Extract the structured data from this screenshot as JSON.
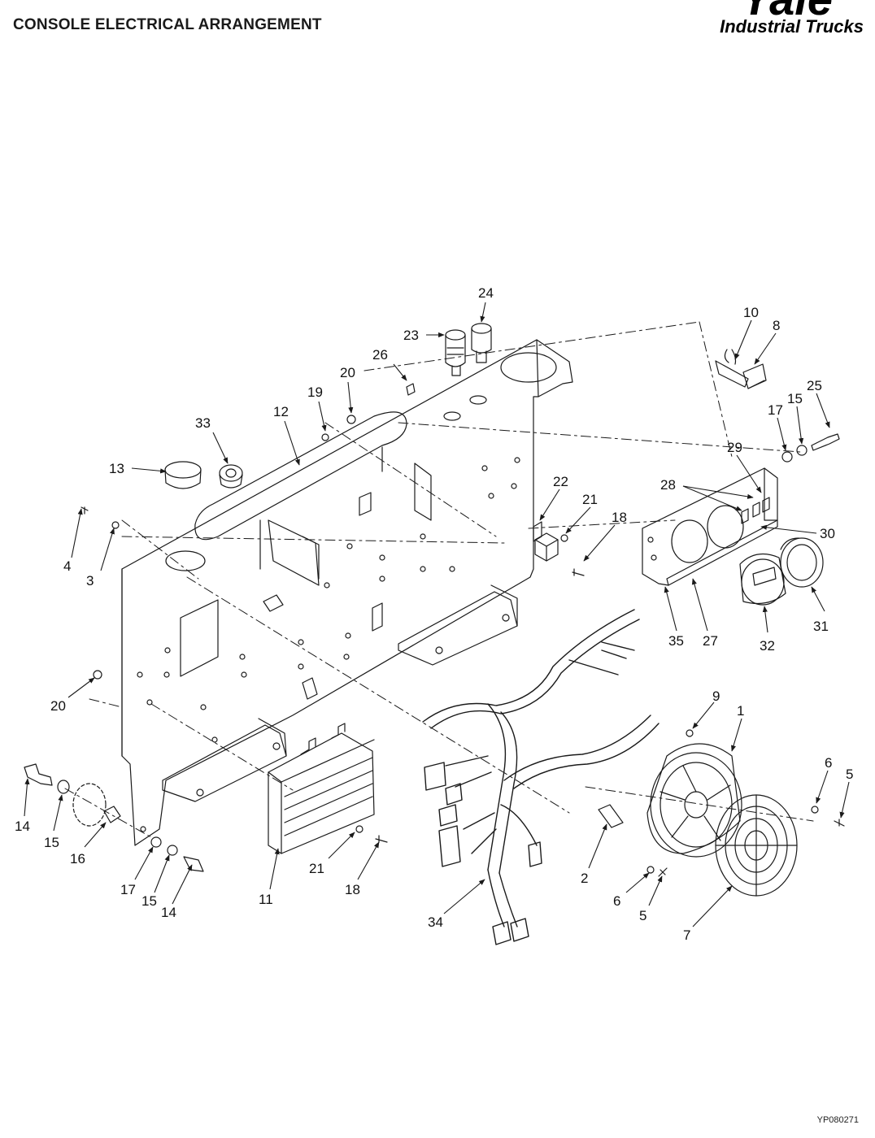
{
  "header": {
    "title": "CONSOLE ELECTRICAL ARRANGEMENT",
    "logo_mark": "Yale",
    "logo_text": "Industrial Trucks"
  },
  "footer": {
    "code": "YP080271"
  },
  "colors": {
    "line": "#1a1a1a",
    "background": "#ffffff"
  },
  "callouts": [
    {
      "id": "c24",
      "label": "24"
    },
    {
      "id": "c23",
      "label": "23"
    },
    {
      "id": "c26",
      "label": "26"
    },
    {
      "id": "c20a",
      "label": "20"
    },
    {
      "id": "c19",
      "label": "19"
    },
    {
      "id": "c12",
      "label": "12"
    },
    {
      "id": "c33",
      "label": "33"
    },
    {
      "id": "c13",
      "label": "13"
    },
    {
      "id": "c4",
      "label": "4"
    },
    {
      "id": "c3",
      "label": "3"
    },
    {
      "id": "c20b",
      "label": "20"
    },
    {
      "id": "c22",
      "label": "22"
    },
    {
      "id": "c21a",
      "label": "21"
    },
    {
      "id": "c18a",
      "label": "18"
    },
    {
      "id": "c10",
      "label": "10"
    },
    {
      "id": "c8",
      "label": "8"
    },
    {
      "id": "c17a",
      "label": "17"
    },
    {
      "id": "c15a",
      "label": "15"
    },
    {
      "id": "c25",
      "label": "25"
    },
    {
      "id": "c29",
      "label": "29"
    },
    {
      "id": "c28",
      "label": "28"
    },
    {
      "id": "c30",
      "label": "30"
    },
    {
      "id": "c35",
      "label": "35"
    },
    {
      "id": "c27",
      "label": "27"
    },
    {
      "id": "c32",
      "label": "32"
    },
    {
      "id": "c31",
      "label": "31"
    },
    {
      "id": "c9",
      "label": "9"
    },
    {
      "id": "c1",
      "label": "1"
    },
    {
      "id": "c6a",
      "label": "6"
    },
    {
      "id": "c5a",
      "label": "5"
    },
    {
      "id": "c14a",
      "label": "14"
    },
    {
      "id": "c15b",
      "label": "15"
    },
    {
      "id": "c16",
      "label": "16"
    },
    {
      "id": "c17b",
      "label": "17"
    },
    {
      "id": "c15c",
      "label": "15"
    },
    {
      "id": "c14b",
      "label": "14"
    },
    {
      "id": "c11",
      "label": "11"
    },
    {
      "id": "c21b",
      "label": "21"
    },
    {
      "id": "c18b",
      "label": "18"
    },
    {
      "id": "c34",
      "label": "34"
    },
    {
      "id": "c2",
      "label": "2"
    },
    {
      "id": "c6b",
      "label": "6"
    },
    {
      "id": "c5b",
      "label": "5"
    },
    {
      "id": "c7",
      "label": "7"
    }
  ]
}
